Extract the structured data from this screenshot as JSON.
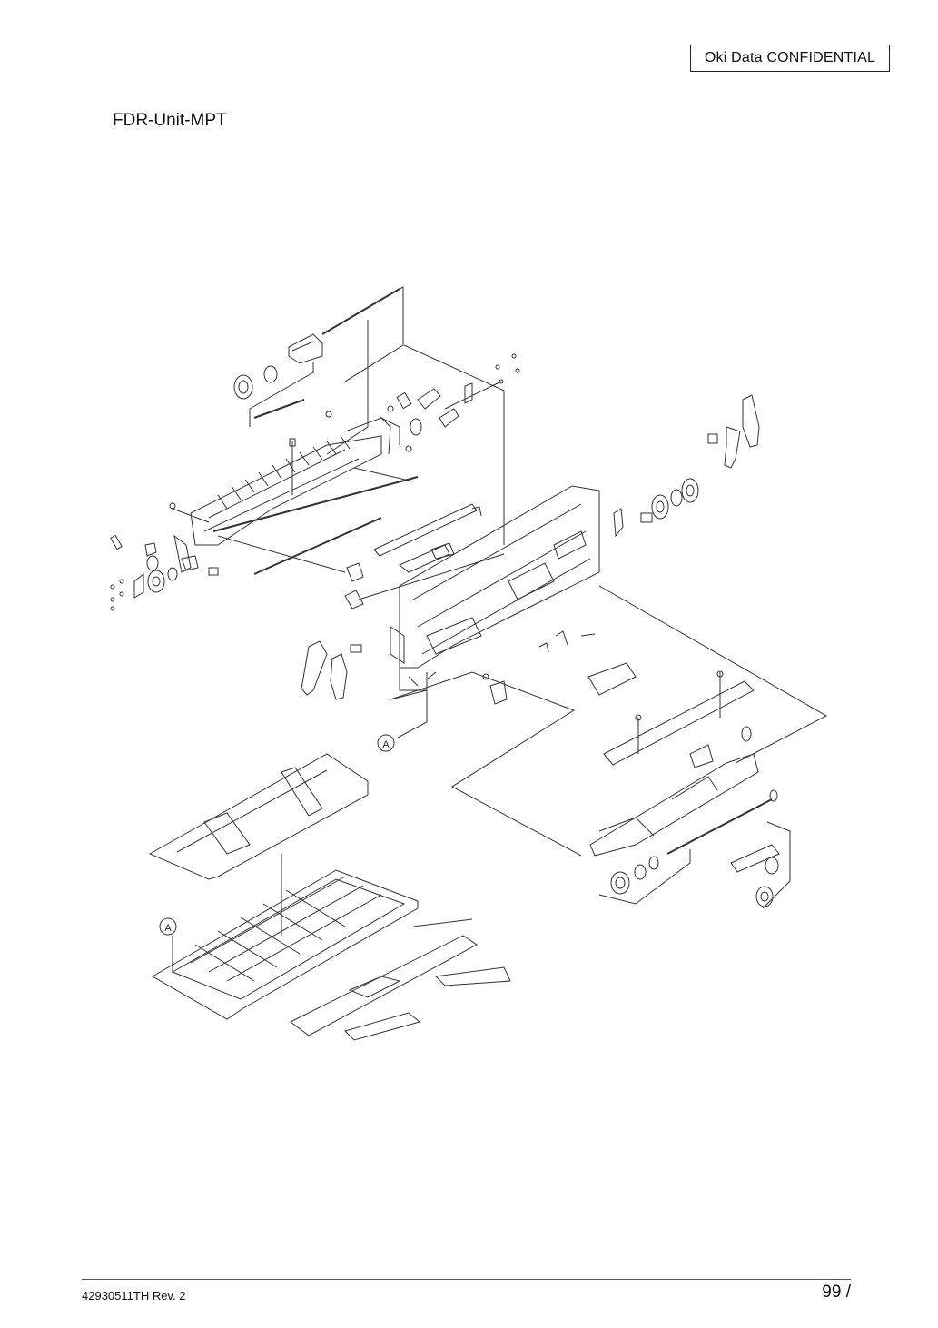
{
  "header": {
    "confidential_label": "Oki Data CONFIDENTIAL"
  },
  "title": "FDR-Unit-MPT",
  "diagram": {
    "callout_labels": [
      "A",
      "A"
    ]
  },
  "footer": {
    "doc_number": "42930511TH  Rev. 2",
    "page_number": "99 /"
  }
}
